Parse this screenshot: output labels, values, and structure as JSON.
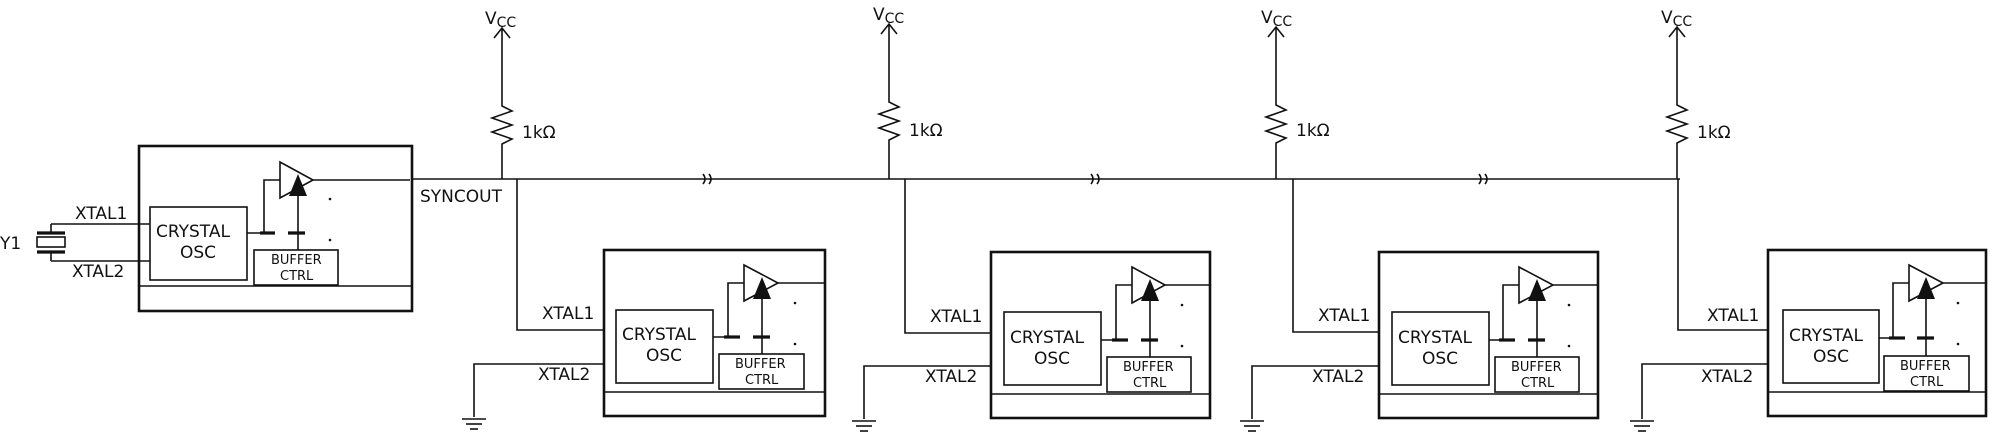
{
  "labels": {
    "vcc_main": "V",
    "vcc_sub": "CC",
    "resistor": "1kΩ",
    "syncout": "SYNCOUT",
    "xtal1": "XTAL1",
    "xtal2": "XTAL2",
    "y1": "Y1",
    "crystal": "CRYSTAL",
    "osc": "OSC",
    "buffer": "BUFFER",
    "ctrl": "CTRL"
  }
}
